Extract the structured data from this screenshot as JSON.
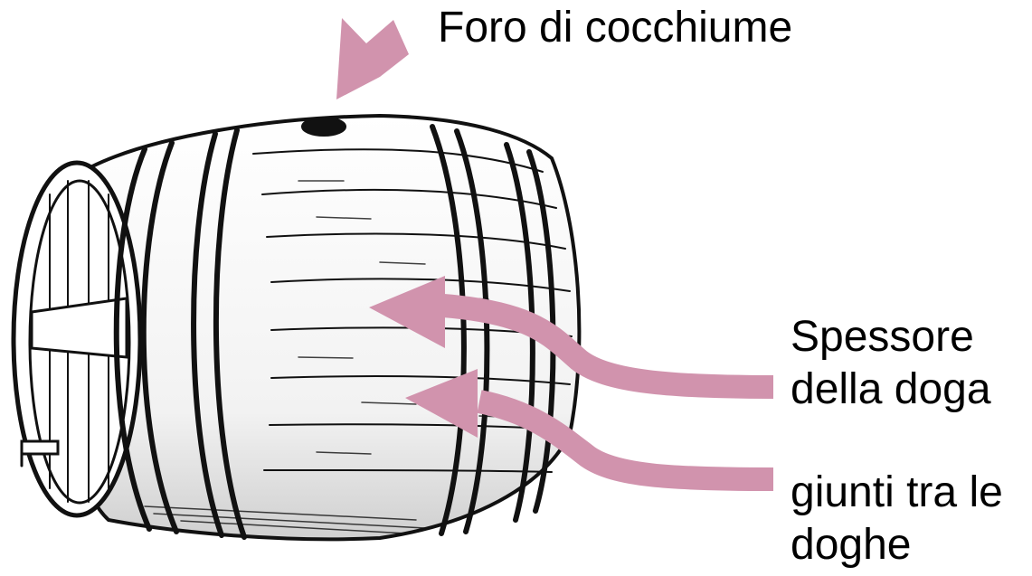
{
  "labels": {
    "bung_hole": "Foro di cocchiume",
    "stave_thickness": [
      "Spessore",
      "della doga"
    ],
    "stave_joints": [
      "giunti tra le",
      "doghe"
    ]
  },
  "colors": {
    "arrow": "#d193ad",
    "ink": "#111111",
    "background": "#ffffff"
  }
}
